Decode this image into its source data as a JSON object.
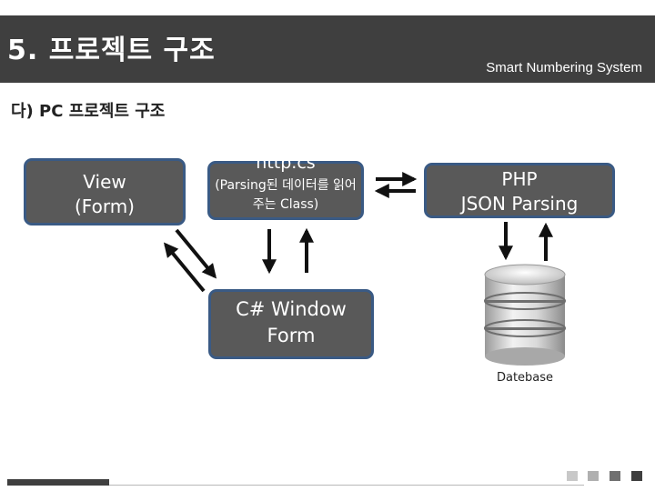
{
  "header": {
    "title": "5. 프로젝트 구조",
    "subtitle": "Smart Numbering System"
  },
  "section": {
    "heading": "다) PC 프로젝트 구조"
  },
  "diagram": {
    "view_box": {
      "line1": "View",
      "line2": "(Form)"
    },
    "http_box": {
      "title": "http.cs",
      "description": "(Parsing된 데이터를 읽어주는 Class)"
    },
    "php_box": {
      "line1": "PHP",
      "line2": "JSON Parsing"
    },
    "csharp_box": {
      "line1": "C# Window",
      "line2": "Form"
    },
    "database": {
      "label": "Datebase"
    }
  },
  "colors": {
    "header_bg": "#3f3f3f",
    "box_fill": "#595959",
    "box_border": "#3a5a84",
    "arrow": "#111111"
  }
}
